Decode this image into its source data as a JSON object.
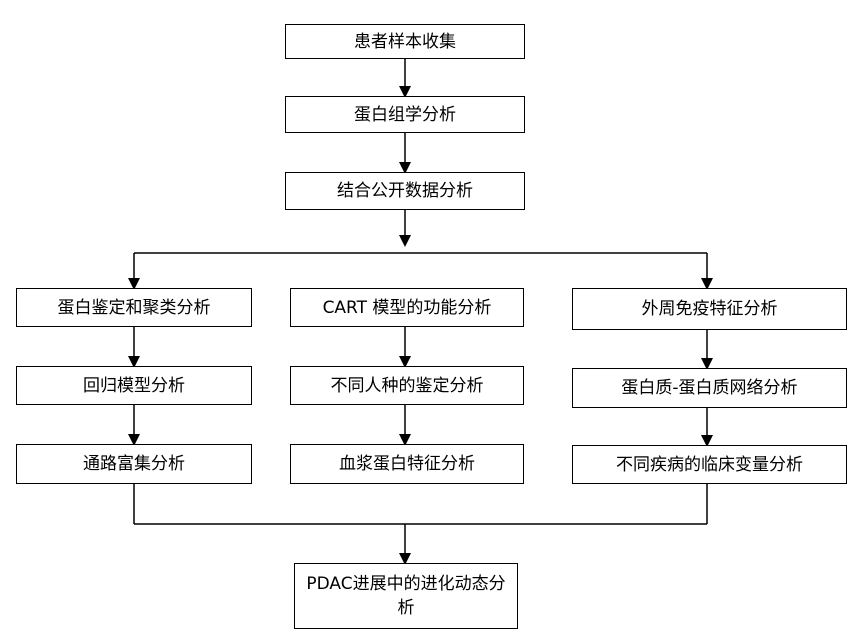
{
  "colors": {
    "stroke": "#000000",
    "fill": "#ffffff"
  },
  "steps": {
    "collect": "患者样本收集",
    "proteomics": "蛋白组学分析",
    "public_data": "结合公开数据分析"
  },
  "branch_left": {
    "step1": "蛋白鉴定和聚类分析",
    "step2": "回归模型分析",
    "step3": "通路富集分析"
  },
  "branch_middle": {
    "step1": "CART 模型的功能分析",
    "step2": "不同人种的鉴定分析",
    "step3": "血浆蛋白特征分析"
  },
  "branch_right": {
    "step1": "外周免疫特征分析",
    "step2": "蛋白质-蛋白质网络分析",
    "step3": "不同疾病的临床变量分析"
  },
  "final": {
    "label": "PDAC进展中的进化动态分析"
  }
}
